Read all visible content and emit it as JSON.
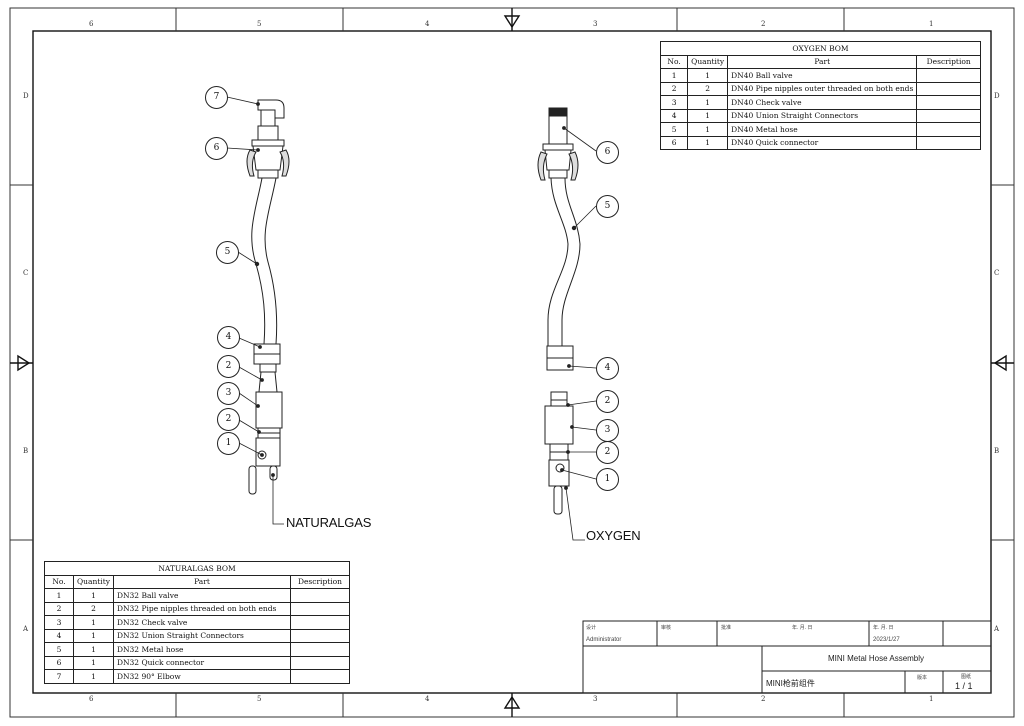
{
  "frame": {
    "zones_top": [
      "6",
      "5",
      "4",
      "3",
      "2",
      "1"
    ],
    "zones_bottom": [
      "6",
      "5",
      "4",
      "3",
      "2",
      "1"
    ],
    "zones_left": [
      "D",
      "C",
      "B",
      "A"
    ],
    "zones_right": [
      "D",
      "C",
      "B",
      "A"
    ]
  },
  "labels": {
    "natural_gas": "NATURALGAS",
    "oxygen": "OXYGEN"
  },
  "balloons_ng": [
    "7",
    "6",
    "5",
    "4",
    "2",
    "3",
    "2",
    "1"
  ],
  "balloons_ox": [
    "6",
    "5",
    "4",
    "2",
    "3",
    "2",
    "1"
  ],
  "oxygen_bom": {
    "title": "OXYGEN BOM",
    "headers": [
      "No.",
      "Quantity",
      "Part",
      "Description"
    ],
    "rows": [
      {
        "no": "1",
        "qty": "1",
        "part": "DN40 Ball valve",
        "desc": ""
      },
      {
        "no": "2",
        "qty": "2",
        "part": "DN40 Pipe nipples outer threaded on both ends",
        "desc": ""
      },
      {
        "no": "3",
        "qty": "1",
        "part": "DN40 Check valve",
        "desc": ""
      },
      {
        "no": "4",
        "qty": "1",
        "part": "DN40 Union Straight Connectors",
        "desc": ""
      },
      {
        "no": "5",
        "qty": "1",
        "part": "DN40 Metal hose",
        "desc": ""
      },
      {
        "no": "6",
        "qty": "1",
        "part": "DN40 Quick connector",
        "desc": ""
      }
    ]
  },
  "naturalgas_bom": {
    "title": "NATURALGAS BOM",
    "headers": [
      "No.",
      "Quantity",
      "Part",
      "Description"
    ],
    "rows": [
      {
        "no": "1",
        "qty": "1",
        "part": "DN32  Ball valve",
        "desc": ""
      },
      {
        "no": "2",
        "qty": "2",
        "part": "DN32  Pipe nipples threaded on both ends",
        "desc": ""
      },
      {
        "no": "3",
        "qty": "1",
        "part": "DN32  Check valve",
        "desc": ""
      },
      {
        "no": "4",
        "qty": "1",
        "part": "DN32  Union Straight Connectors",
        "desc": ""
      },
      {
        "no": "5",
        "qty": "1",
        "part": "DN32  Metal hose",
        "desc": ""
      },
      {
        "no": "6",
        "qty": "1",
        "part": "DN32  Quick connector",
        "desc": ""
      },
      {
        "no": "7",
        "qty": "1",
        "part": "DN32  90° Elbow",
        "desc": ""
      }
    ]
  },
  "title_block": {
    "designer_label": "设计",
    "designer": "Administrator",
    "review_label": "审核",
    "approve_label": "批准",
    "date_label_1": "年. 月. 日",
    "date_label_2": "年. 月. 日",
    "date": "2023/1/27",
    "title_en": "MINI Metal Hose Assembly",
    "title_cn": "MINI枪前组件",
    "version_label": "版本",
    "sheet_label": "图纸",
    "sheet": "1 / 1"
  }
}
